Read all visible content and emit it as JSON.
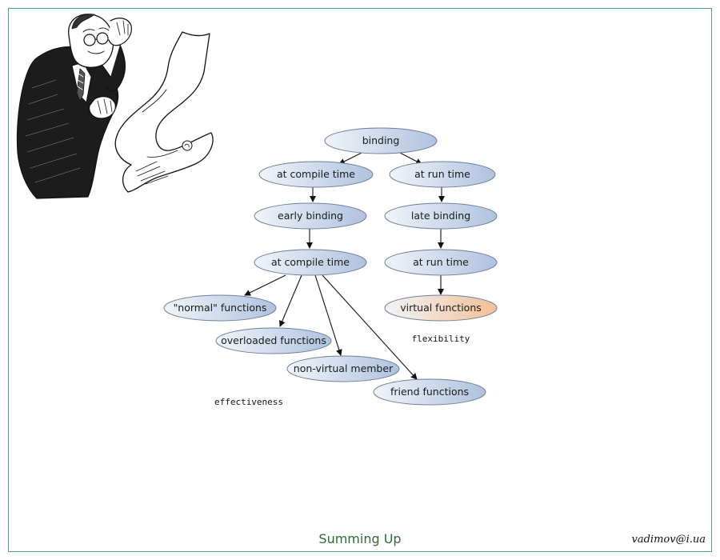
{
  "diagram": {
    "root": "binding",
    "left": {
      "level1": "at compile time",
      "level2": "early binding",
      "level3": "at compile time",
      "leaves": [
        "\"normal\" functions",
        "overloaded functions",
        "non-virtual member",
        "friend functions"
      ],
      "note": "effectiveness"
    },
    "right": {
      "level1": "at run time",
      "level2": "late binding",
      "level3": "at run time",
      "leaf": "virtual functions",
      "note": "flexibility"
    }
  },
  "footer": {
    "title": "Summing Up",
    "author": "vadimov@i.ua"
  },
  "colors": {
    "frame": "#4a9aa7",
    "node_fill_light": "#eef2f9",
    "node_fill_dark": "#b4c6e0",
    "leaf_highlight": "#f5c9a0",
    "footer_title": "#2f6b34"
  },
  "illustration": "worried-man-reading-long-scroll"
}
